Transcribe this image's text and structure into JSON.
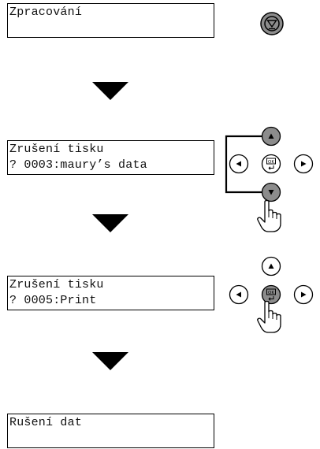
{
  "panels": [
    {
      "lines": [
        "Zpracování"
      ]
    },
    {
      "lines": [
        "Zrušení tisku",
        "? 0003:maury’s data"
      ]
    },
    {
      "lines": [
        "Zrušení tisku",
        "? 0005:Print"
      ]
    },
    {
      "lines": [
        "Rušení dat"
      ]
    }
  ],
  "buttons": {
    "ok_label": "OK",
    "stop_icon": "stop-icon",
    "up_icon": "triangle-up-icon",
    "down_icon": "triangle-down-icon",
    "left_icon": "triangle-left-icon",
    "right_icon": "triangle-right-icon",
    "hand_icon": "pointing-hand-icon"
  },
  "colors": {
    "pressed": "#8c8c8c",
    "normal": "#ffffff",
    "ink": "#000000"
  }
}
